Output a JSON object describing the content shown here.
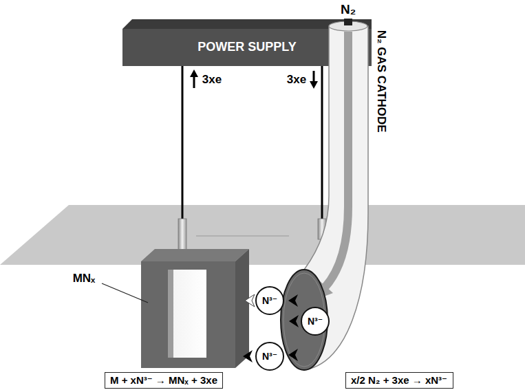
{
  "diagram": {
    "nodes": [
      {
        "text": [
          "POWER SUPPLY"
        ]
      },
      {
        "text": [
          "N³⁻"
        ]
      },
      {
        "text": [
          "N³⁻"
        ]
      },
      {
        "text": [
          "N³⁻"
        ]
      },
      {
        "text": [
          "M + xN³⁻ → MNₓ + 3xe"
        ]
      },
      {
        "text": [
          "x/2 N₂ + 3xe → xN³⁻"
        ]
      }
    ],
    "labels": [
      "3xe",
      "3xe",
      "N₂",
      "N₂ GAS CATHODE",
      "MNₓ"
    ]
  }
}
